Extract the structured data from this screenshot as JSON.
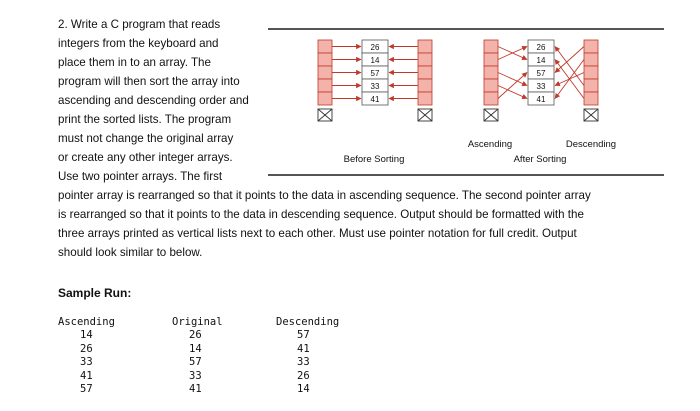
{
  "problem": {
    "wrapped_lines": [
      "2. Write a C program that reads",
      "integers from the keyboard and",
      "place them in to an array. The",
      "program will then sort the array into",
      "ascending and descending order and",
      "print the sorted lists. The program",
      "must not change the original array",
      "or create any other integer arrays.",
      "Use two pointer arrays. The first"
    ],
    "full_lines": [
      "pointer array is rearranged so that it points to the data in ascending sequence. The second pointer array",
      "is rearranged so that it points to the data in descending sequence.  Output should be formatted with the",
      "three arrays printed as vertical lists next to each other.  Must use pointer notation for full credit. Output",
      "should look similar to below."
    ]
  },
  "figure": {
    "values": [
      "26",
      "14",
      "57",
      "33",
      "41"
    ],
    "caption_before": "Before Sorting",
    "caption_after": "After Sorting",
    "label_ascending": "Ascending",
    "label_descending": "Descending",
    "colors": {
      "array_fill": "#f3b2aa",
      "array_stroke": "#c0392b",
      "arrow": "#c0392b",
      "data_fill": "#ffffff",
      "null_fill": "#ffffff"
    }
  },
  "sample_run": {
    "heading": "Sample Run:",
    "columns": [
      {
        "header": "Ascending",
        "values": [
          "14",
          "26",
          "33",
          "41",
          "57"
        ]
      },
      {
        "header": "Original",
        "values": [
          "26",
          "14",
          "57",
          "33",
          "41"
        ]
      },
      {
        "header": "Descending",
        "values": [
          "57",
          "41",
          "33",
          "26",
          "14"
        ]
      }
    ]
  }
}
